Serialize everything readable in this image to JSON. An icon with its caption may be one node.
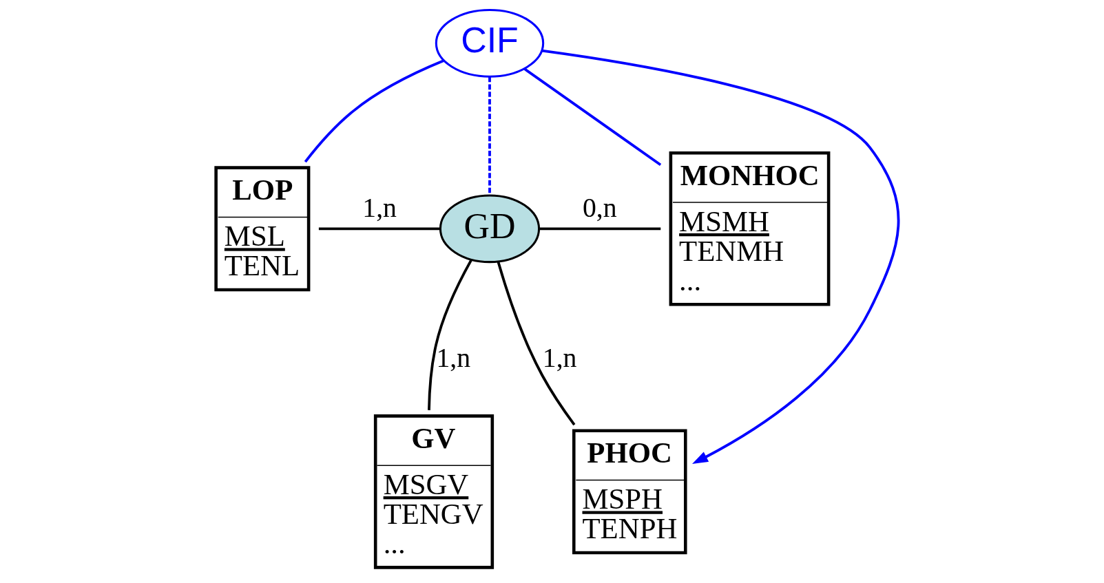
{
  "diagram": {
    "nodes": [
      {
        "text": [
          "LOP",
          "MSL",
          "TENL"
        ]
      },
      {
        "text": [
          "CIF"
        ]
      },
      {
        "text": [
          "MONHOC",
          "MSMH",
          "TENMH",
          "..."
        ]
      },
      {
        "text": [
          "GD"
        ]
      },
      {
        "text": [
          "GV",
          "MSGV",
          "TENGV",
          "..."
        ]
      },
      {
        "text": [
          "PHOC",
          "MSPH",
          "TENPH"
        ]
      }
    ],
    "edges": [
      {
        "from": 0,
        "to": 1,
        "arrow": "none",
        "color": "#0000ff"
      },
      {
        "from": 1,
        "to": 2,
        "arrow": "none",
        "color": "#0000ff"
      },
      {
        "from": 1,
        "to": 5,
        "arrow": "to",
        "color": "#0000ff"
      },
      {
        "from": 1,
        "to": 3,
        "arrow": "none",
        "style": "dashed",
        "color": "#0000ff"
      },
      {
        "from": 0,
        "to": 3,
        "arrow": "none",
        "label": "1,n",
        "color": "#000000"
      },
      {
        "from": 3,
        "to": 2,
        "arrow": "none",
        "label": "0,n",
        "color": "#000000"
      },
      {
        "from": 3,
        "to": 4,
        "arrow": "none",
        "label": "1,n",
        "color": "#000000"
      },
      {
        "from": 3,
        "to": 5,
        "arrow": "none",
        "label": "1,n",
        "color": "#000000"
      }
    ]
  }
}
